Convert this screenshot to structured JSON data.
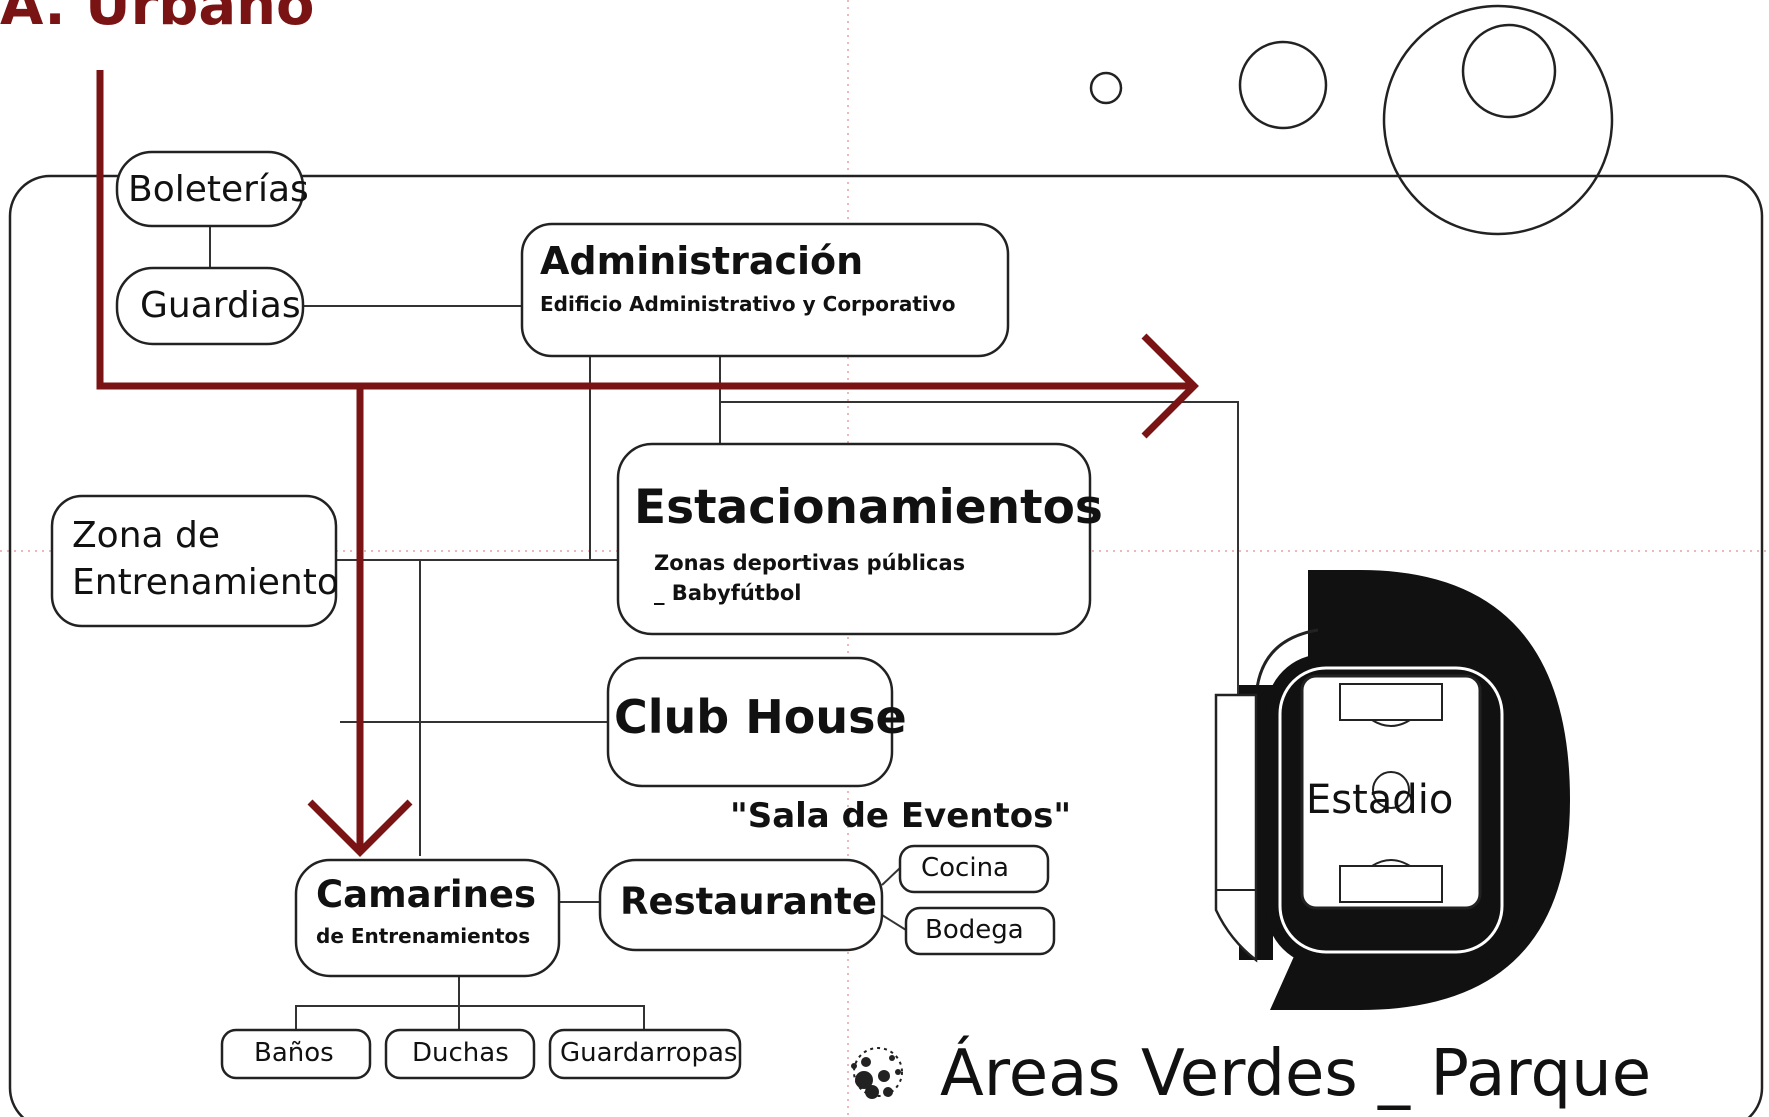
{
  "title": "A. Urbano",
  "nodes": {
    "boleterias": "Boleterías",
    "guardias": "Guardias",
    "administracion": "Administración",
    "administracion_sub": "Edificio Administrativo y Corporativo",
    "estacionamientos": "Estacionamientos",
    "estacionamientos_sub1": "Zonas deportivas públicas",
    "estacionamientos_sub2": "_ Babyfútbol",
    "zona_line1": "Zona de",
    "zona_line2": "Entrenamiento",
    "club_house": "Club House",
    "sala_eventos": "\"Sala de Eventos\"",
    "camarines": "Camarines",
    "camarines_sub": "de Entrenamientos",
    "restaurante": "Restaurante",
    "cocina": "Cocina",
    "bodega": "Bodega",
    "banos": "Baños",
    "duchas": "Duchas",
    "guardarropas": "Guardarropas",
    "estadio": "Estadio"
  },
  "legend": "Áreas Verdes _ Parque",
  "colors": {
    "accent": "#7a1414",
    "ink": "#111111",
    "guide": "#e8a0a0"
  }
}
